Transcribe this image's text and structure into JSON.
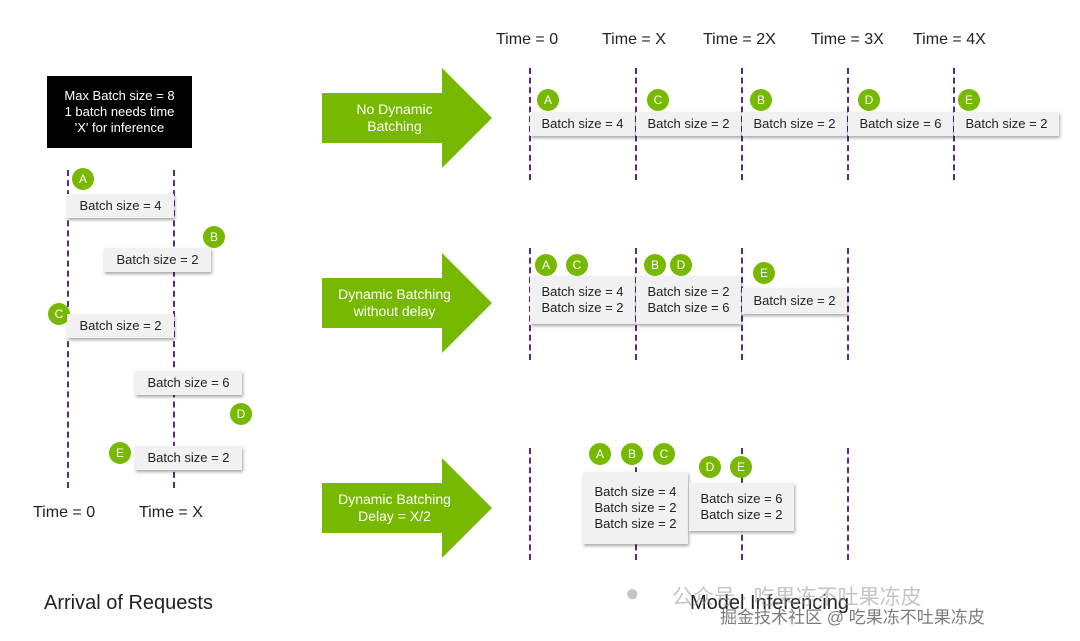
{
  "note": {
    "lines": [
      "Max Batch size = 8",
      "1 batch needs time",
      "'X' for inference"
    ]
  },
  "arrival": {
    "time_labels": [
      "Time = 0",
      "Time = X"
    ],
    "requests": [
      {
        "id": "A",
        "label": "Batch size = 4"
      },
      {
        "id": "B",
        "label": "Batch size = 2"
      },
      {
        "id": "C",
        "label": "Batch size = 2"
      },
      {
        "id": "D",
        "label": "Batch size = 6"
      },
      {
        "id": "E",
        "label": "Batch size = 2"
      }
    ],
    "caption": "Arrival of Requests"
  },
  "inference": {
    "time_labels": [
      "Time = 0",
      "Time = X",
      "Time = 2X",
      "Time = 3X",
      "Time = 4X"
    ],
    "caption": "Model Inferencing",
    "rows": [
      {
        "arrow_lines": [
          "No Dynamic",
          "Batching"
        ],
        "batches": [
          {
            "ids": [
              "A"
            ],
            "lines": [
              "Batch size = 4"
            ]
          },
          {
            "ids": [
              "C"
            ],
            "lines": [
              "Batch size = 2"
            ]
          },
          {
            "ids": [
              "B"
            ],
            "lines": [
              "Batch size = 2"
            ]
          },
          {
            "ids": [
              "D"
            ],
            "lines": [
              "Batch size = 6"
            ]
          },
          {
            "ids": [
              "E"
            ],
            "lines": [
              "Batch size = 2"
            ]
          }
        ]
      },
      {
        "arrow_lines": [
          "Dynamic Batching",
          "without delay"
        ],
        "batches": [
          {
            "ids": [
              "A",
              "C"
            ],
            "lines": [
              "Batch size = 4",
              "Batch size = 2"
            ]
          },
          {
            "ids": [
              "B",
              "D"
            ],
            "lines": [
              "Batch size = 2",
              "Batch size = 6"
            ]
          },
          {
            "ids": [
              "E"
            ],
            "lines": [
              "Batch size = 2"
            ]
          }
        ]
      },
      {
        "arrow_lines": [
          "Dynamic Batching",
          "Delay = X/2"
        ],
        "batches": [
          {
            "ids": [
              "A",
              "B",
              "C"
            ],
            "lines": [
              "Batch size = 4",
              "Batch size = 2",
              "Batch size = 2"
            ]
          },
          {
            "ids": [
              "D",
              "E"
            ],
            "lines": [
              "Batch size = 6",
              "Batch size = 2"
            ]
          }
        ]
      }
    ]
  },
  "watermark": {
    "line1": "公众号 · 吃果冻不吐果冻皮",
    "line2": "掘金技术社区 @ 吃果冻不吐果冻皮"
  },
  "colors": {
    "accent_green": "#76b900",
    "dashed_line": "#5a2a82",
    "note_bg": "#000000"
  }
}
